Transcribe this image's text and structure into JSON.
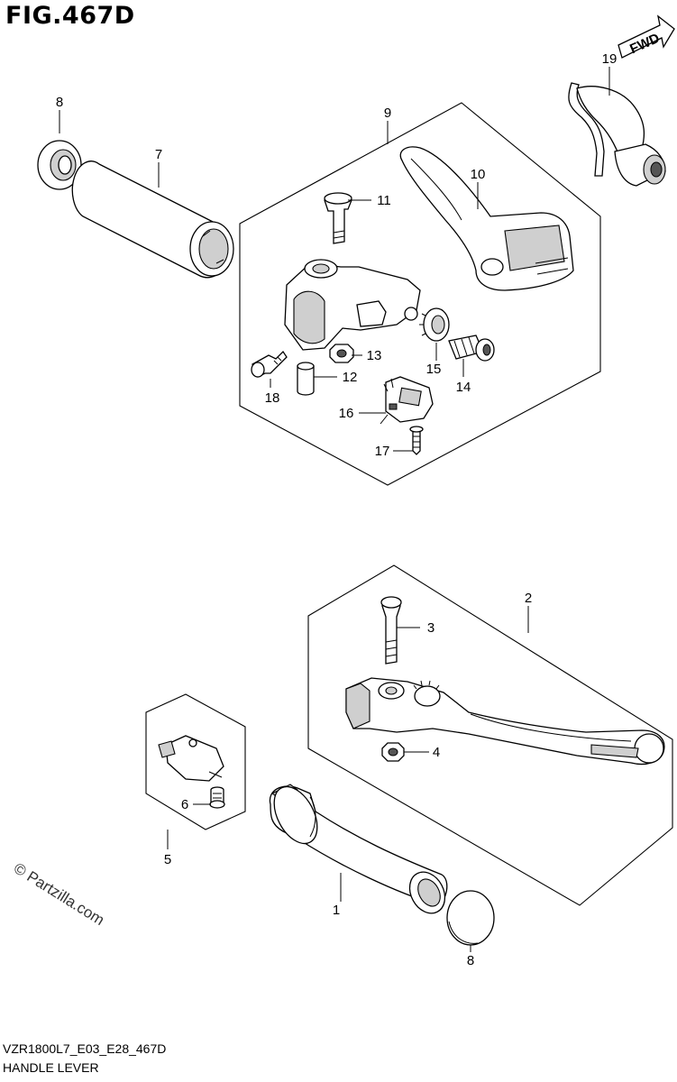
{
  "figure": {
    "title": "FIG.467D",
    "model_code": "VZR1800L7_E03_E28_467D",
    "section_name": "HANDLE LEVER",
    "watermark": "© Partzilla.com",
    "direction_label": "FWD"
  },
  "callouts": [
    {
      "id": "c1",
      "label": "1"
    },
    {
      "id": "c2",
      "label": "2"
    },
    {
      "id": "c3",
      "label": "3"
    },
    {
      "id": "c4",
      "label": "4"
    },
    {
      "id": "c5",
      "label": "5"
    },
    {
      "id": "c6",
      "label": "6"
    },
    {
      "id": "c7",
      "label": "7"
    },
    {
      "id": "c8a",
      "label": "8"
    },
    {
      "id": "c8b",
      "label": "8"
    },
    {
      "id": "c9",
      "label": "9"
    },
    {
      "id": "c10",
      "label": "10"
    },
    {
      "id": "c11",
      "label": "11"
    },
    {
      "id": "c12",
      "label": "12"
    },
    {
      "id": "c13",
      "label": "13"
    },
    {
      "id": "c14",
      "label": "14"
    },
    {
      "id": "c15",
      "label": "15"
    },
    {
      "id": "c16",
      "label": "16"
    },
    {
      "id": "c17",
      "label": "17"
    },
    {
      "id": "c18",
      "label": "18"
    },
    {
      "id": "c19",
      "label": "19"
    }
  ]
}
